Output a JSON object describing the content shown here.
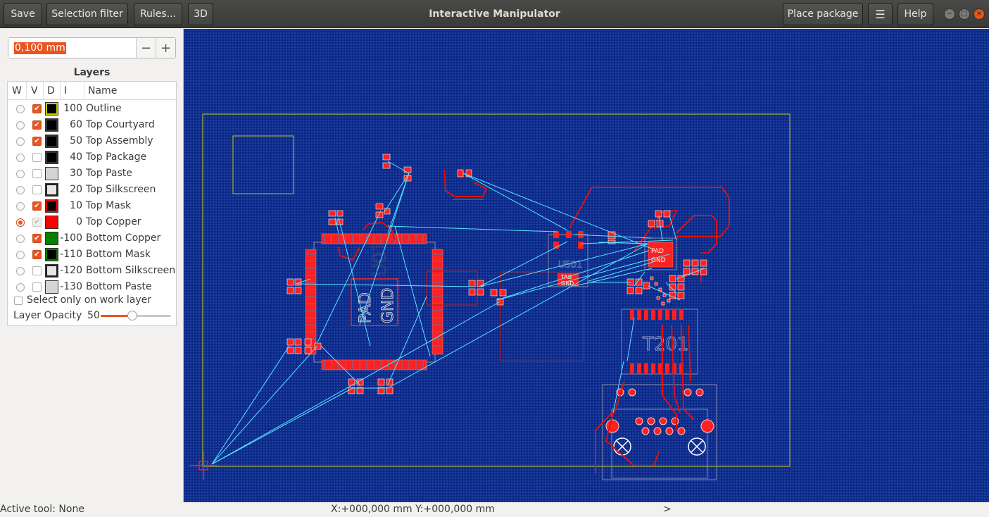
{
  "window": {
    "title": "Interactive Manipulator"
  },
  "toolbar": {
    "save": "Save",
    "selection_filter": "Selection filter",
    "rules": "Rules...",
    "view3d": "3D",
    "place_package": "Place package",
    "menu_icon": "hamburger-menu-icon",
    "help": "Help"
  },
  "window_controls": {
    "minimize": "−",
    "maximize": "□",
    "close": "×"
  },
  "width_input": {
    "value": "0,100 mm",
    "decrement": "−",
    "increment": "+"
  },
  "layers": {
    "title": "Layers",
    "columns": [
      "W",
      "V",
      "D",
      "I",
      "Name"
    ],
    "rows": [
      {
        "index": "100",
        "name": "Outline",
        "color": "#000000",
        "border": "#cccc00",
        "visible": true,
        "work": false
      },
      {
        "index": "60",
        "name": "Top Courtyard",
        "color": "#000000",
        "border": "#333333",
        "visible": true,
        "work": false
      },
      {
        "index": "50",
        "name": "Top Assembly",
        "color": "#000000",
        "border": "#333333",
        "visible": true,
        "work": false
      },
      {
        "index": "40",
        "name": "Top Package",
        "color": "#000000",
        "border": "#333333",
        "visible": false,
        "work": false
      },
      {
        "index": "30",
        "name": "Top Paste",
        "color": "#d4d4d4",
        "border": "#d4d4d4",
        "visible": false,
        "work": false
      },
      {
        "index": "20",
        "name": "Top Silkscreen",
        "color": "#e6e6e6",
        "border": "#222222",
        "visible": false,
        "work": false
      },
      {
        "index": "10",
        "name": "Top Mask",
        "color": "#000000",
        "border": "#ff0000",
        "visible": true,
        "work": false
      },
      {
        "index": "0",
        "name": "Top Copper",
        "color": "#ff0000",
        "border": "#ff0000",
        "visible": true,
        "work": true
      },
      {
        "index": "-100",
        "name": "Bottom Copper",
        "color": "#008000",
        "border": "#008000",
        "visible": true,
        "work": false
      },
      {
        "index": "-110",
        "name": "Bottom Mask",
        "color": "#000000",
        "border": "#008000",
        "visible": true,
        "work": false
      },
      {
        "index": "-120",
        "name": "Bottom Silkscreen",
        "color": "#e6e6e6",
        "border": "#222222",
        "visible": false,
        "work": false
      },
      {
        "index": "-130",
        "name": "Bottom Paste",
        "color": "#d4d4d4",
        "border": "#d4d4d4",
        "visible": false,
        "work": false
      }
    ],
    "select_only_work": "Select only on work layer",
    "opacity_label": "Layer Opacity",
    "opacity_value": "50",
    "opacity_fraction": 0.45
  },
  "board": {
    "labels": {
      "u1_pad": "PAD",
      "u1_gnd": "GND",
      "u1_ref": "U01",
      "u501_ref": "U501",
      "u501_tab": "TAB",
      "u501_gnd": "GND",
      "ic_pad": "PAD",
      "ic_gnd": "GND",
      "t201_ref": "T201"
    }
  },
  "status": {
    "active_tool": "Active tool: None",
    "coordinates": "X:+000,000 mm Y:+000,000 mm",
    "more": ">"
  },
  "colors": {
    "accent": "#e95420",
    "canvas_bg": "#0b2a8a",
    "copper": "#ff0000",
    "airwire": "#40e0ff",
    "outline": "#cccc00"
  }
}
